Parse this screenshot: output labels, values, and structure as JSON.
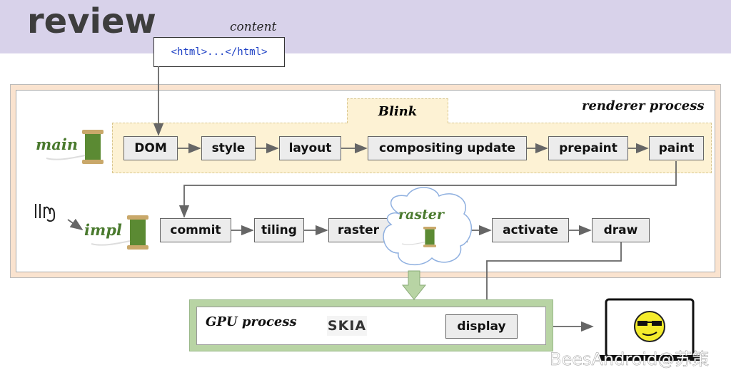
{
  "title": "review",
  "content_label": "content",
  "html_snippet": "<html>...</html>",
  "renderer_label": "renderer process",
  "blink_label": "Blink",
  "threads": {
    "main": "main",
    "impl": "impl",
    "raster": "raster"
  },
  "main_stages": [
    "DOM",
    "style",
    "layout",
    "compositing update",
    "prepaint",
    "paint"
  ],
  "impl_stages": [
    "commit",
    "tiling",
    "raster",
    "activate",
    "draw"
  ],
  "gpu_label": "GPU process",
  "skia_logo": "SKIA",
  "display_label": "display",
  "watermark": "BeesAndroid@苏策",
  "colors": {
    "banner": "#d8d2ea",
    "renderer_bg": "#fae3cf",
    "blink_bg": "#fdf2d4",
    "gpu_border": "#b8d4a4",
    "thread_label": "#4a7a2e",
    "html_text": "#1c3fc4"
  }
}
